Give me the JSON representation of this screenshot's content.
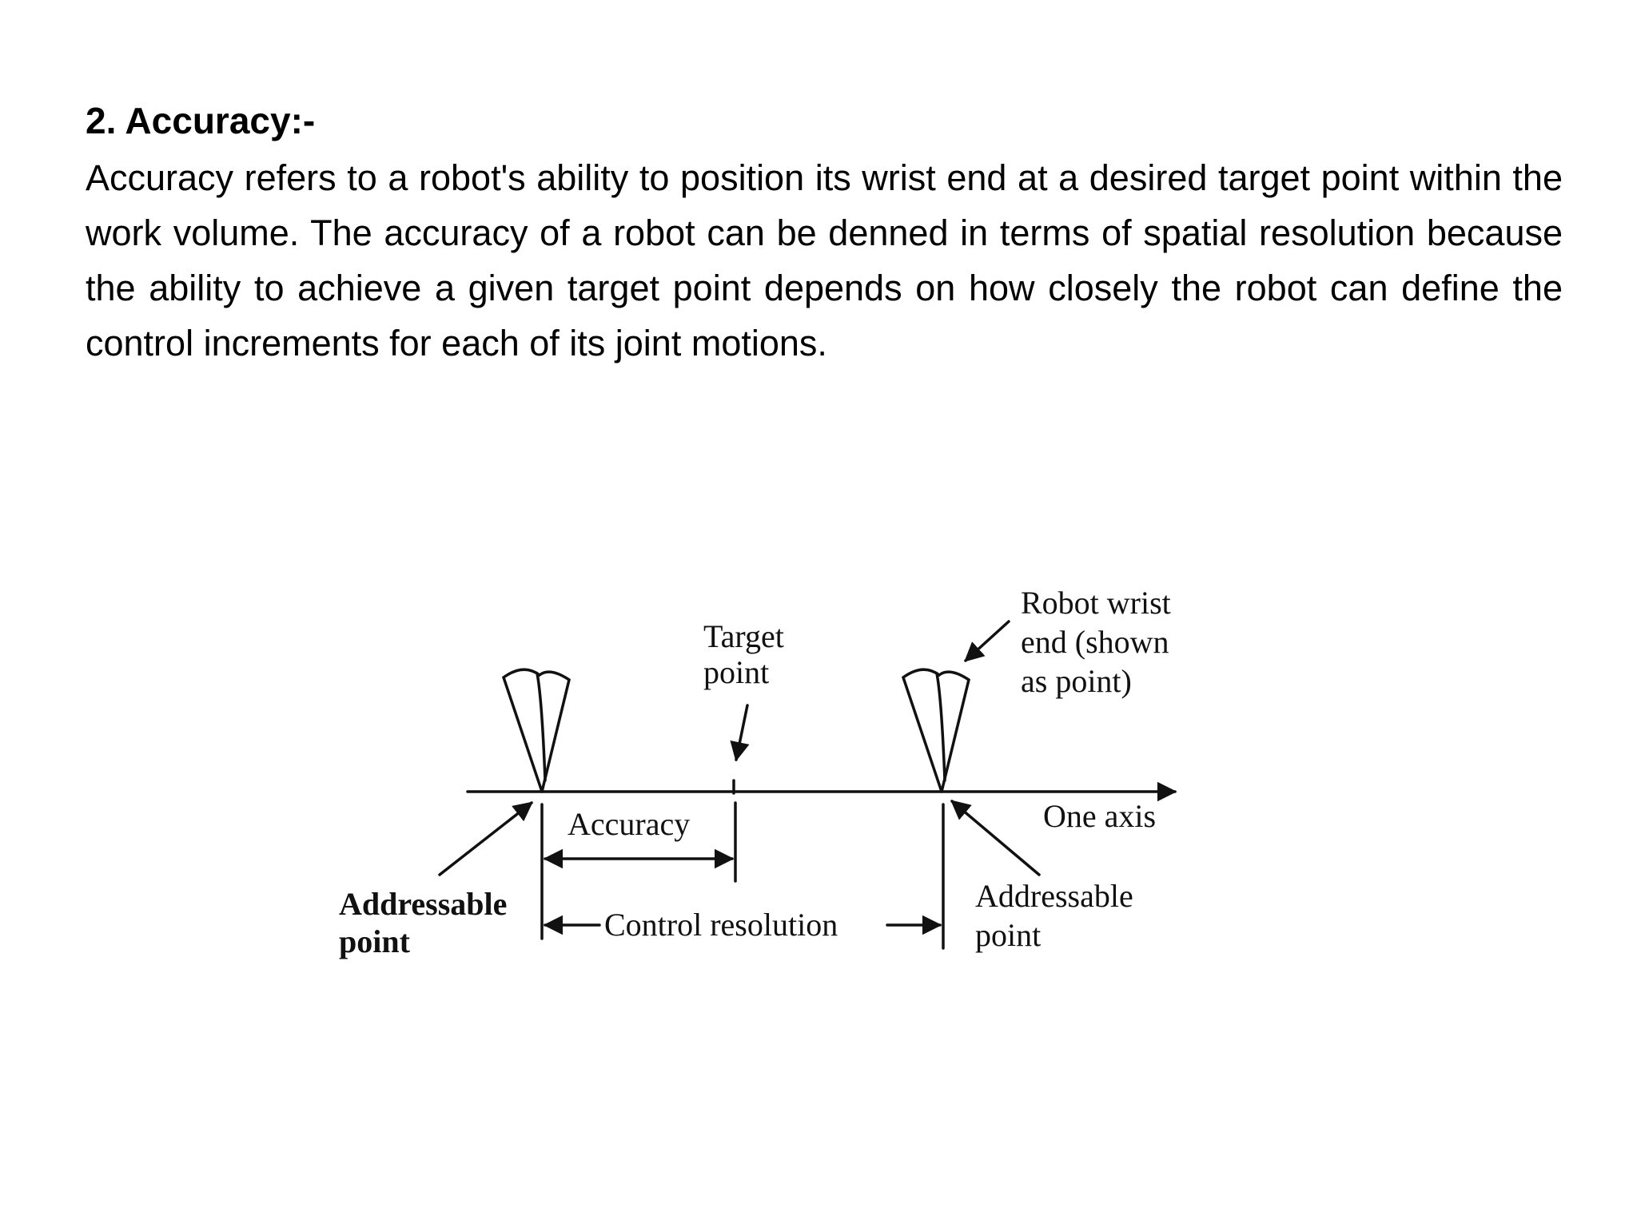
{
  "section": {
    "heading": "2. Accuracy:-",
    "paragraph": "Accuracy refers to a robot's ability to position its wrist end at a desired target point within the work volume. The accuracy of a robot can be denned in terms of spatial resolution because the ability to achieve a given target point depends on how closely the robot can define the control increments for each of its joint motions."
  },
  "figure": {
    "target_point": [
      "Target",
      "point"
    ],
    "robot_wrist": [
      "Robot wrist",
      "end (shown",
      "as point)"
    ],
    "axis_label": "One axis",
    "accuracy_label": "Accuracy",
    "control_resolution_label": "Control resolution",
    "addressable_left": [
      "Addressable",
      "point"
    ],
    "addressable_right": [
      "Addressable",
      "point"
    ]
  }
}
